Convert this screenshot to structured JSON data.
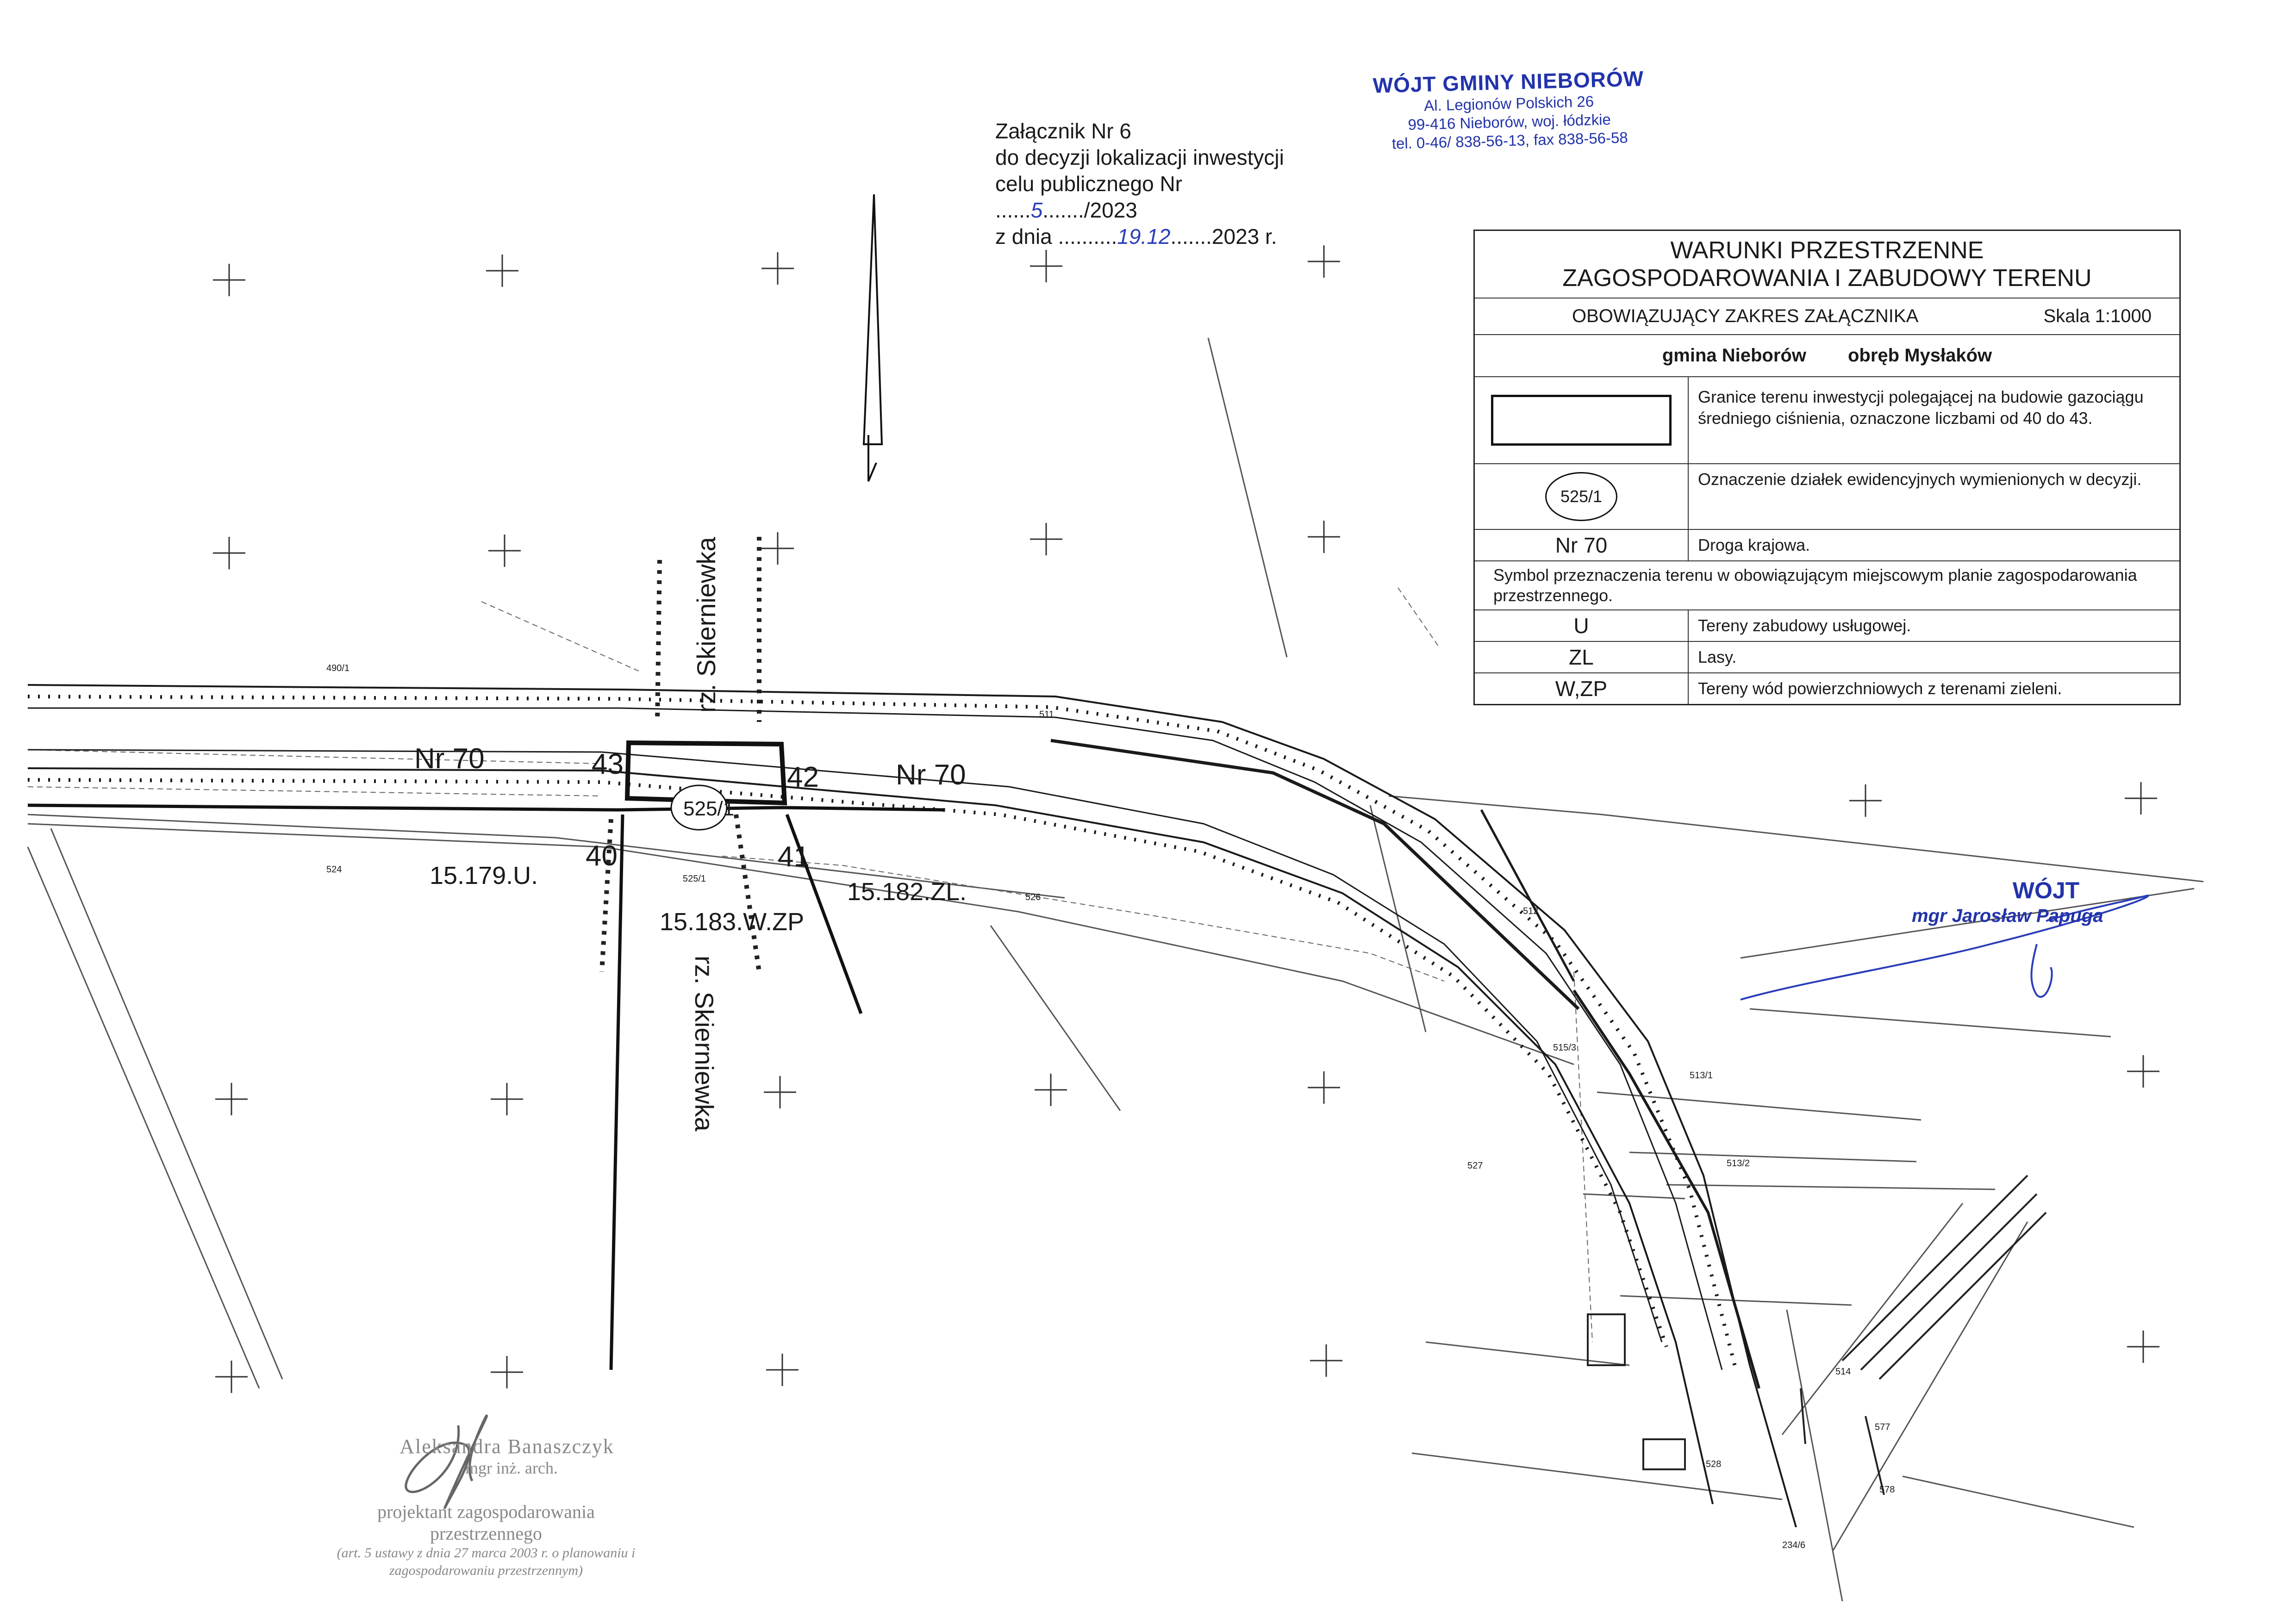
{
  "attachment": {
    "line1": "Załącznik Nr 6",
    "line2": "do decyzji lokalizacji inwestycji",
    "line3_prefix": "celu publicznego Nr ......",
    "line3_number": "5",
    "line3_suffix": "......./2023",
    "line4_prefix": "z dnia ..........",
    "line4_date": "19.12",
    "line4_suffix": ".......2023 r."
  },
  "stamp": {
    "title": "WÓJT GMINY NIEBORÓW",
    "line1": "Al. Legionów Polskich 26",
    "line2": "99-416 Nieborów, woj. łódzkie",
    "line3": "tel. 0-46/ 838-56-13, fax 838-56-58"
  },
  "legend": {
    "title1": "WARUNKI PRZESTRZENNE",
    "title2": "ZAGOSPODAROWANIA I ZABUDOWY TERENU",
    "scope": "OBOWIĄZUJĄCY ZAKRES ZAŁĄCZNIKA",
    "scale": "Skala 1:1000",
    "gmina": "gmina Nieborów",
    "obreb": "obręb Mysłaków",
    "row_boundary": "Granice terenu inwestycji polegającej na budowie gazociągu średniego ciśnienia, oznaczone liczbami od 40 do 43.",
    "parcel_symbol": "525/1",
    "row_parcel": "Oznaczenie działek ewidencyjnych wymienionych w decyzji.",
    "road_symbol": "Nr 70",
    "row_road": "Droga krajowa.",
    "row_plan": "Symbol przeznaczenia terenu w obowiązującym miejscowym planie zagospodarowania przestrzennego.",
    "zones": [
      {
        "symbol": "U",
        "desc": "Tereny zabudowy usługowej."
      },
      {
        "symbol": "ZL",
        "desc": "Lasy."
      },
      {
        "symbol": "W,ZP",
        "desc": "Tereny wód powierzchniowych z terenami zieleni."
      }
    ]
  },
  "map_labels": {
    "road_left": "Nr 70",
    "road_right": "Nr 70",
    "river_north": "rz. Skierniewka",
    "river_south": "rz. Skierniewka",
    "parcel": "525/1",
    "parcel_small": "525/1",
    "point_40": "40",
    "point_41": "41",
    "point_42": "42",
    "point_43": "43",
    "zone_u": "15.179.U.",
    "zone_wzp": "15.183.W.ZP",
    "zone_zl": "15.182.ZL.",
    "p524": "524",
    "p526": "526",
    "p527": "527",
    "p511": "511",
    "p512": "512",
    "p513_1": "513/1",
    "p513_2": "513/2",
    "p515_3": "515/3",
    "p514": "514",
    "p528": "528",
    "p577": "577",
    "p578": "578",
    "p490_1": "490/1",
    "p234_6": "234/6"
  },
  "signature": {
    "title": "WÓJT",
    "name": "mgr Jarosław Papuga"
  },
  "designer": {
    "name": "Aleksandra Banaszczyk",
    "title": "mgr inż. arch.",
    "role": "projektant zagospodarowania przestrzennego",
    "law": "(art. 5 ustawy z dnia 27 marca 2003 r. o planowaniu i zagospodarowaniu przestrzennym)"
  }
}
